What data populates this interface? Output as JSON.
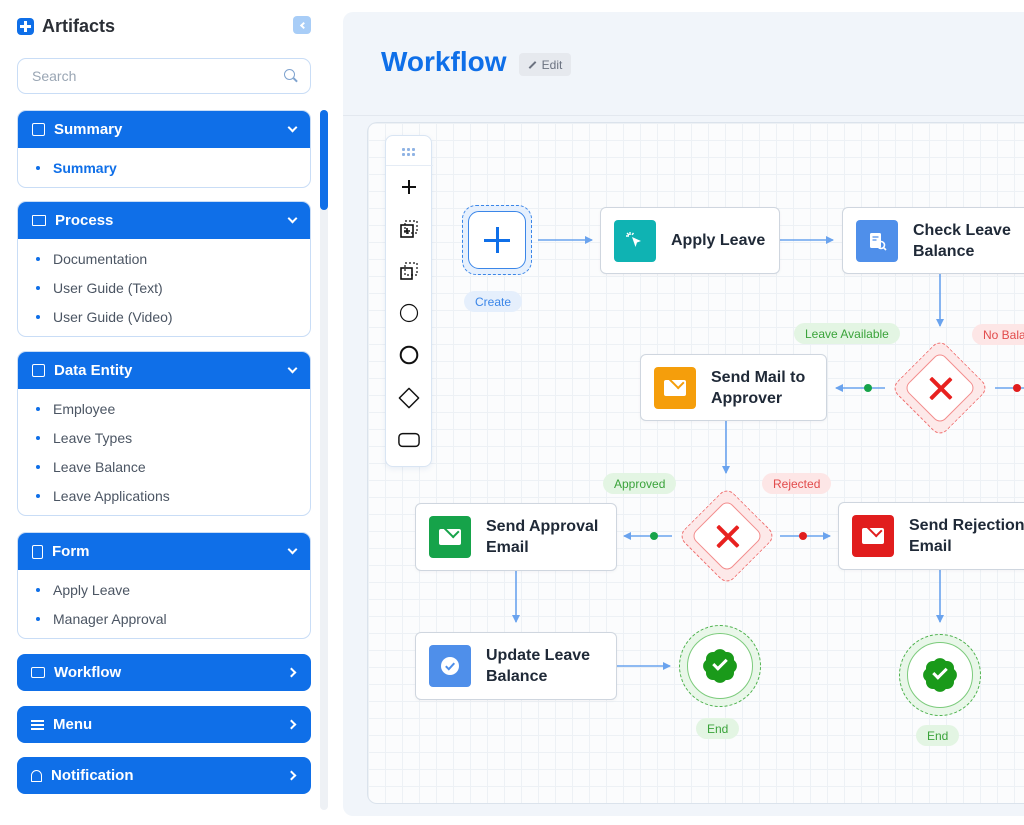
{
  "sidebar": {
    "title": "Artifacts",
    "search_placeholder": "Search",
    "sections": [
      {
        "title": "Summary",
        "items": [
          "Summary"
        ]
      },
      {
        "title": "Process",
        "items": [
          "Documentation",
          "User Guide (Text)",
          "User Guide (Video)"
        ]
      },
      {
        "title": "Data Entity",
        "items": [
          "Employee",
          "Leave Types",
          "Leave Balance",
          "Leave Applications"
        ]
      },
      {
        "title": "Form",
        "items": [
          "Apply Leave",
          "Manager Approval"
        ]
      }
    ],
    "collapsed_sections": [
      "Workflow",
      "Menu",
      "Notification"
    ]
  },
  "main": {
    "title": "Workflow",
    "edit_label": "Edit"
  },
  "workflow": {
    "create_label": "Create",
    "nodes": {
      "apply_leave": "Apply Leave",
      "check_leave_balance": "Check Leave Balance",
      "send_mail": "Send Mail to Approver",
      "send_approval": "Send Approval Email",
      "send_rejection": "Send Rejection Email",
      "update_balance": "Update Leave Balance"
    },
    "labels": {
      "leave_available": "Leave Available",
      "no_balance": "No Bala",
      "approved": "Approved",
      "rejected": "Rejected",
      "end": "End"
    }
  },
  "colors": {
    "accent": "#0f6fe8",
    "apply_icon": "#0fb3b3",
    "check_icon": "#3b86e8",
    "send_mail_icon": "#f59e0b",
    "approval_icon": "#16a34a",
    "rejection_icon": "#e11d1d",
    "update_icon": "#4f8fea"
  }
}
